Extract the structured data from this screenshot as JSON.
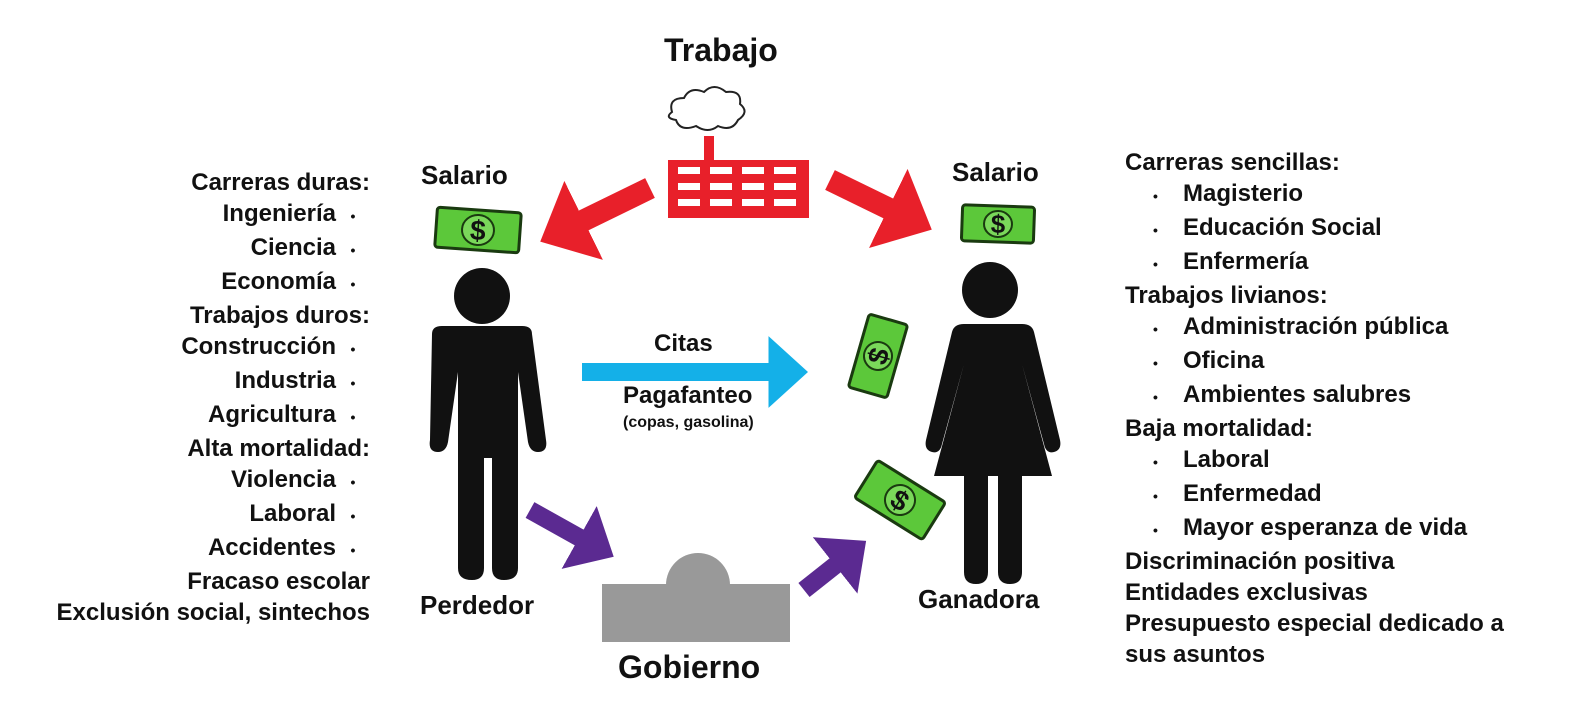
{
  "top": {
    "label": "Trabajo"
  },
  "bottom": {
    "label": "Gobierno"
  },
  "left": {
    "salary_label": "Salario",
    "person_label": "Perdedor",
    "list": [
      {
        "text": "Carreras duras:",
        "bullet": false
      },
      {
        "text": "Ingeniería",
        "bullet": true
      },
      {
        "text": "Ciencia",
        "bullet": true
      },
      {
        "text": "Economía",
        "bullet": true
      },
      {
        "text": "Trabajos duros:",
        "bullet": false
      },
      {
        "text": "Construcción",
        "bullet": true
      },
      {
        "text": "Industria",
        "bullet": true
      },
      {
        "text": "Agricultura",
        "bullet": true
      },
      {
        "text": "Alta mortalidad:",
        "bullet": false
      },
      {
        "text": "Violencia",
        "bullet": true
      },
      {
        "text": "Laboral",
        "bullet": true
      },
      {
        "text": "Accidentes",
        "bullet": true
      },
      {
        "text": "Fracaso escolar",
        "bullet": false
      },
      {
        "text": "Exclusión social, sintechos",
        "bullet": false
      }
    ]
  },
  "right": {
    "salary_label": "Salario",
    "person_label": "Ganadora",
    "list": [
      {
        "text": "Carreras sencillas:",
        "bullet": false
      },
      {
        "text": "Magisterio",
        "bullet": true
      },
      {
        "text": "Educación Social",
        "bullet": true
      },
      {
        "text": "Enfermería",
        "bullet": true
      },
      {
        "text": "Trabajos livianos:",
        "bullet": false
      },
      {
        "text": "Administración pública",
        "bullet": true
      },
      {
        "text": "Oficina",
        "bullet": true
      },
      {
        "text": "Ambientes salubres",
        "bullet": true
      },
      {
        "text": "Baja mortalidad:",
        "bullet": false
      },
      {
        "text": "Laboral",
        "bullet": true
      },
      {
        "text": "Enfermedad",
        "bullet": true
      },
      {
        "text": "Mayor esperanza de vida",
        "bullet": true
      },
      {
        "text": "Discriminación positiva",
        "bullet": false
      },
      {
        "text": "Entidades exclusivas",
        "bullet": false
      },
      {
        "text": "Presupuesto especial dedicado a",
        "bullet": false
      },
      {
        "text": "sus asuntos",
        "bullet": false
      }
    ]
  },
  "middle": {
    "citas": "Citas",
    "pagafanteo": "Pagafanteo",
    "pagafanteo_note": "(copas, gasolina)"
  },
  "money_symbol": "$",
  "bullet_char": "•",
  "colors": {
    "red_arrow": "#e8202a",
    "blue_arrow": "#14b0e8",
    "purple_arrow": "#5b2a91",
    "money_green": "#5cc83a",
    "factory_red": "#e8202a",
    "government_gray": "#999999"
  },
  "icons": [
    "factory-icon",
    "smoke-cloud-icon",
    "money-icon",
    "man-icon",
    "woman-icon",
    "government-building-icon"
  ]
}
